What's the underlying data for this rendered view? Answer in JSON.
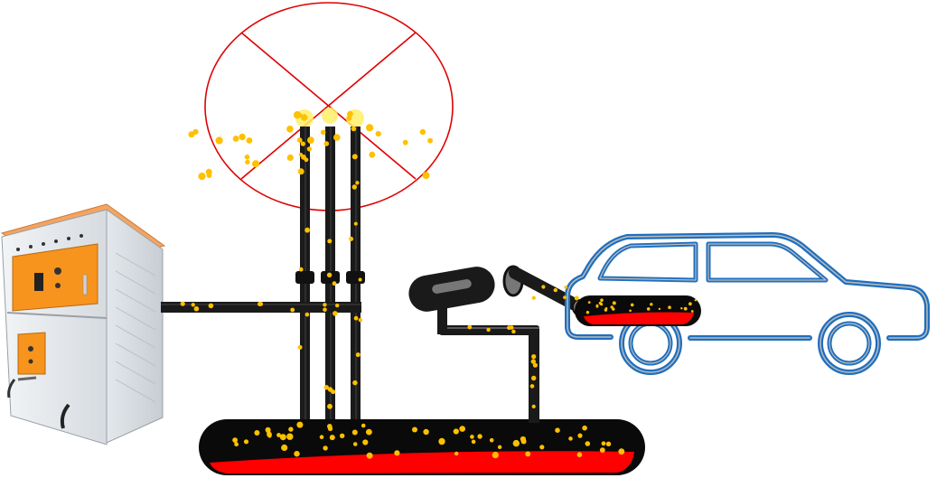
{
  "diagram": {
    "components": [
      {
        "id": "generator",
        "icon": "generator-unit-icon"
      },
      {
        "id": "pipe-manifold",
        "icon": "pipe-icon"
      },
      {
        "id": "exhaust-stacks",
        "icon": "stack-icon",
        "count": 3
      },
      {
        "id": "crossed-emission-zone",
        "icon": "prohibited-icon"
      },
      {
        "id": "collection-trough",
        "icon": "trough-icon"
      },
      {
        "id": "recovery-arm",
        "icon": "arm-icon"
      },
      {
        "id": "car",
        "icon": "car-icon"
      }
    ],
    "colors": {
      "pipe": "#1a1a1a",
      "molten": "#ff0000",
      "particle": "#ffc000",
      "glow": "#ffee66",
      "cross": "#e00000",
      "car_outline": "#1f6fbf",
      "car_inner": "#aaaaaa",
      "generator_panel": "#f7941d",
      "generator_body": "#e8ecf0",
      "generator_roof": "#f4a460"
    }
  }
}
